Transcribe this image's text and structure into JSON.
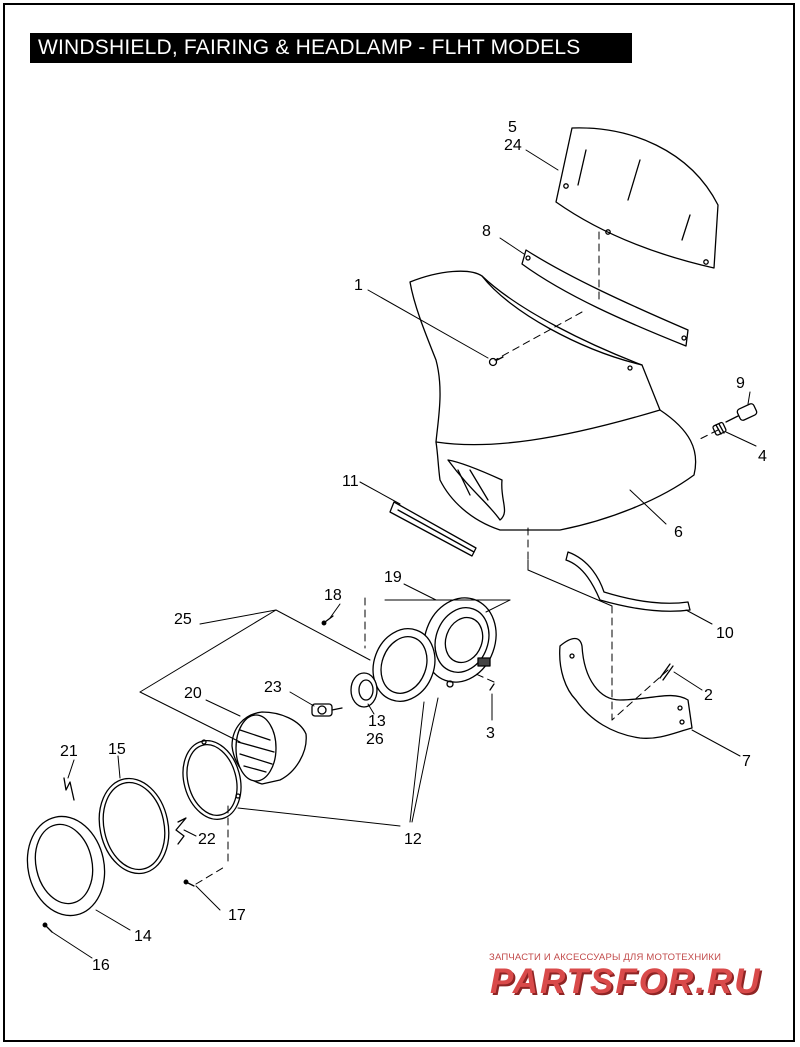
{
  "title": "WINDSHIELD, FAIRING & HEADLAMP - FLHT MODELS",
  "callouts": {
    "c1": "1",
    "c2": "2",
    "c3": "3",
    "c4": "4",
    "c5": "5",
    "c6": "6",
    "c7": "7",
    "c8": "8",
    "c9": "9",
    "c10": "10",
    "c11": "11",
    "c12": "12",
    "c13": "13",
    "c14": "14",
    "c15": "15",
    "c16": "16",
    "c17": "17",
    "c18": "18",
    "c19": "19",
    "c20": "20",
    "c21": "21",
    "c22": "22",
    "c23": "23",
    "c24": "24",
    "c25": "25",
    "c26": "26"
  },
  "watermark": {
    "subtitle": "ЗАПЧАСТИ И АКСЕССУАРЫ ДЛЯ МОТОТЕХНИКИ",
    "logo": "PARTSFOR.RU",
    "color": "#d94a4a"
  }
}
